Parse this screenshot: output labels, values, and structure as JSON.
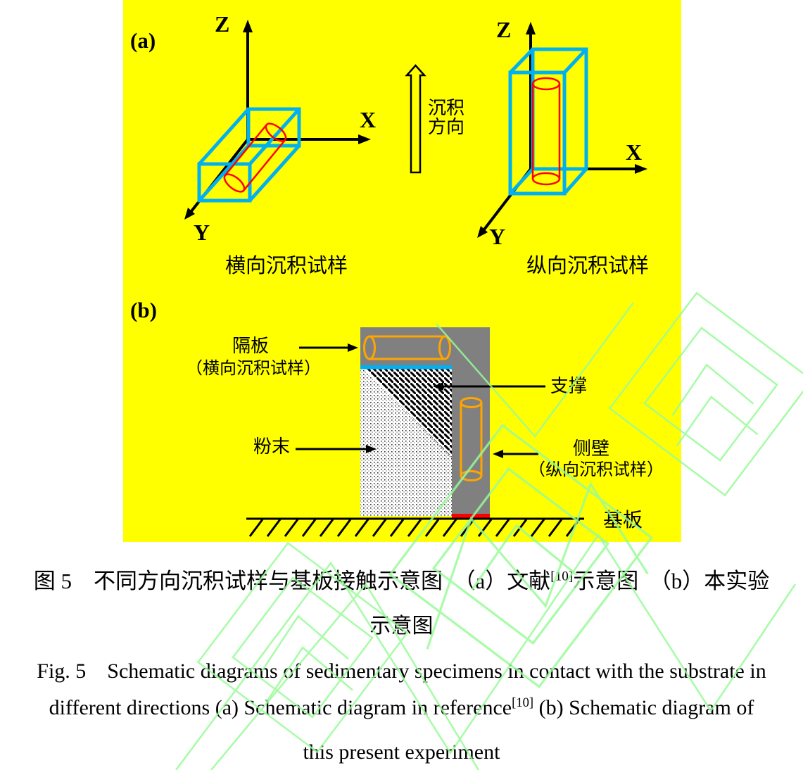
{
  "figure": {
    "panel_a": {
      "label": "(a)",
      "axes_left": {
        "x": "X",
        "y": "Y",
        "z": "Z"
      },
      "axes_right": {
        "x": "X",
        "y": "Y",
        "z": "Z"
      },
      "deposition_direction_line1": "沉积",
      "deposition_direction_line2": "方向",
      "caption_left": "横向沉积试样",
      "caption_right": "纵向沉积试样"
    },
    "panel_b": {
      "label": "(b)",
      "partition_label": "隔板",
      "partition_sublabel": "（横向沉积试样）",
      "support_label": "支撑",
      "powder_label": "粉末",
      "sidewall_label": "侧壁",
      "sidewall_sublabel": "（纵向沉积试样）",
      "substrate_label": "基板"
    }
  },
  "caption": {
    "zh_line1_pre": "图 5　不同方向沉积试样与基板接触示意图　（a）文献",
    "zh_line1_sup": "[10]",
    "zh_line1_post": "示意图　（b）本实验",
    "zh_line2": "示意图",
    "en_line1": "Fig. 5　Schematic diagrams of sedimentary specimens in contact with the substrate in",
    "en_line2_pre": "different directions (a) Schematic diagram in reference",
    "en_line2_sup": "[10]",
    "en_line2_post": " (b) Schematic diagram of",
    "en_line3": "this present experiment"
  },
  "colors": {
    "figure_background": "#FFFF00",
    "wireframe_box_blue": "#00B0F0",
    "cylinder_red": "#FF0000",
    "structure_gray": "#808080",
    "partition_cyan": "#00B0F0",
    "specimen_orange": "#FFA500",
    "contact_line_red": "#FF0000",
    "watermark_green": "#98FB98",
    "line_black": "#000000"
  }
}
